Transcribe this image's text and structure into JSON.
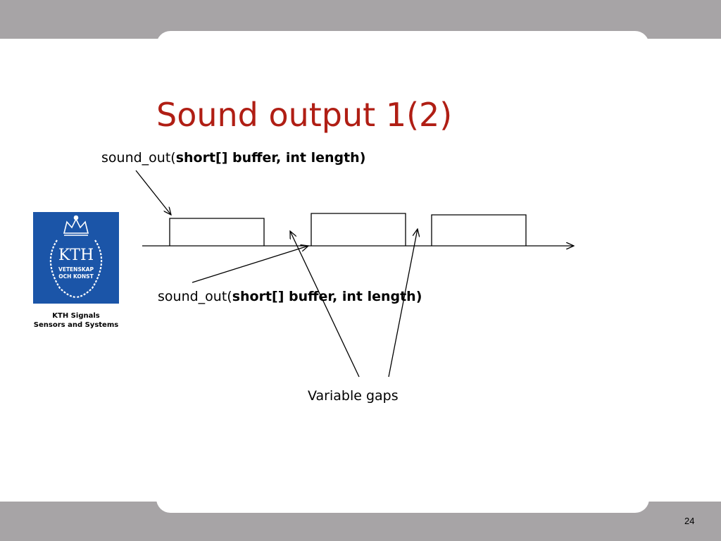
{
  "slide": {
    "title": "Sound output 1(2)",
    "page_number": "24"
  },
  "code_labels": [
    {
      "prefix": "sound_out(",
      "bold": "short[] buffer, int length)"
    },
    {
      "prefix": "sound_out(",
      "bold": "short[] buffer, int length)"
    }
  ],
  "annotation": "Variable gaps",
  "logo": {
    "emblem_text": "KTH",
    "motto_line1": "VETENSKAP",
    "motto_line2": "OCH KONST",
    "caption_line1": "KTH Signals",
    "caption_line2": "Sensors and Systems"
  },
  "colors": {
    "band": "#a7a4a6",
    "title": "#b01e14",
    "logo_blue": "#1b55a8"
  }
}
